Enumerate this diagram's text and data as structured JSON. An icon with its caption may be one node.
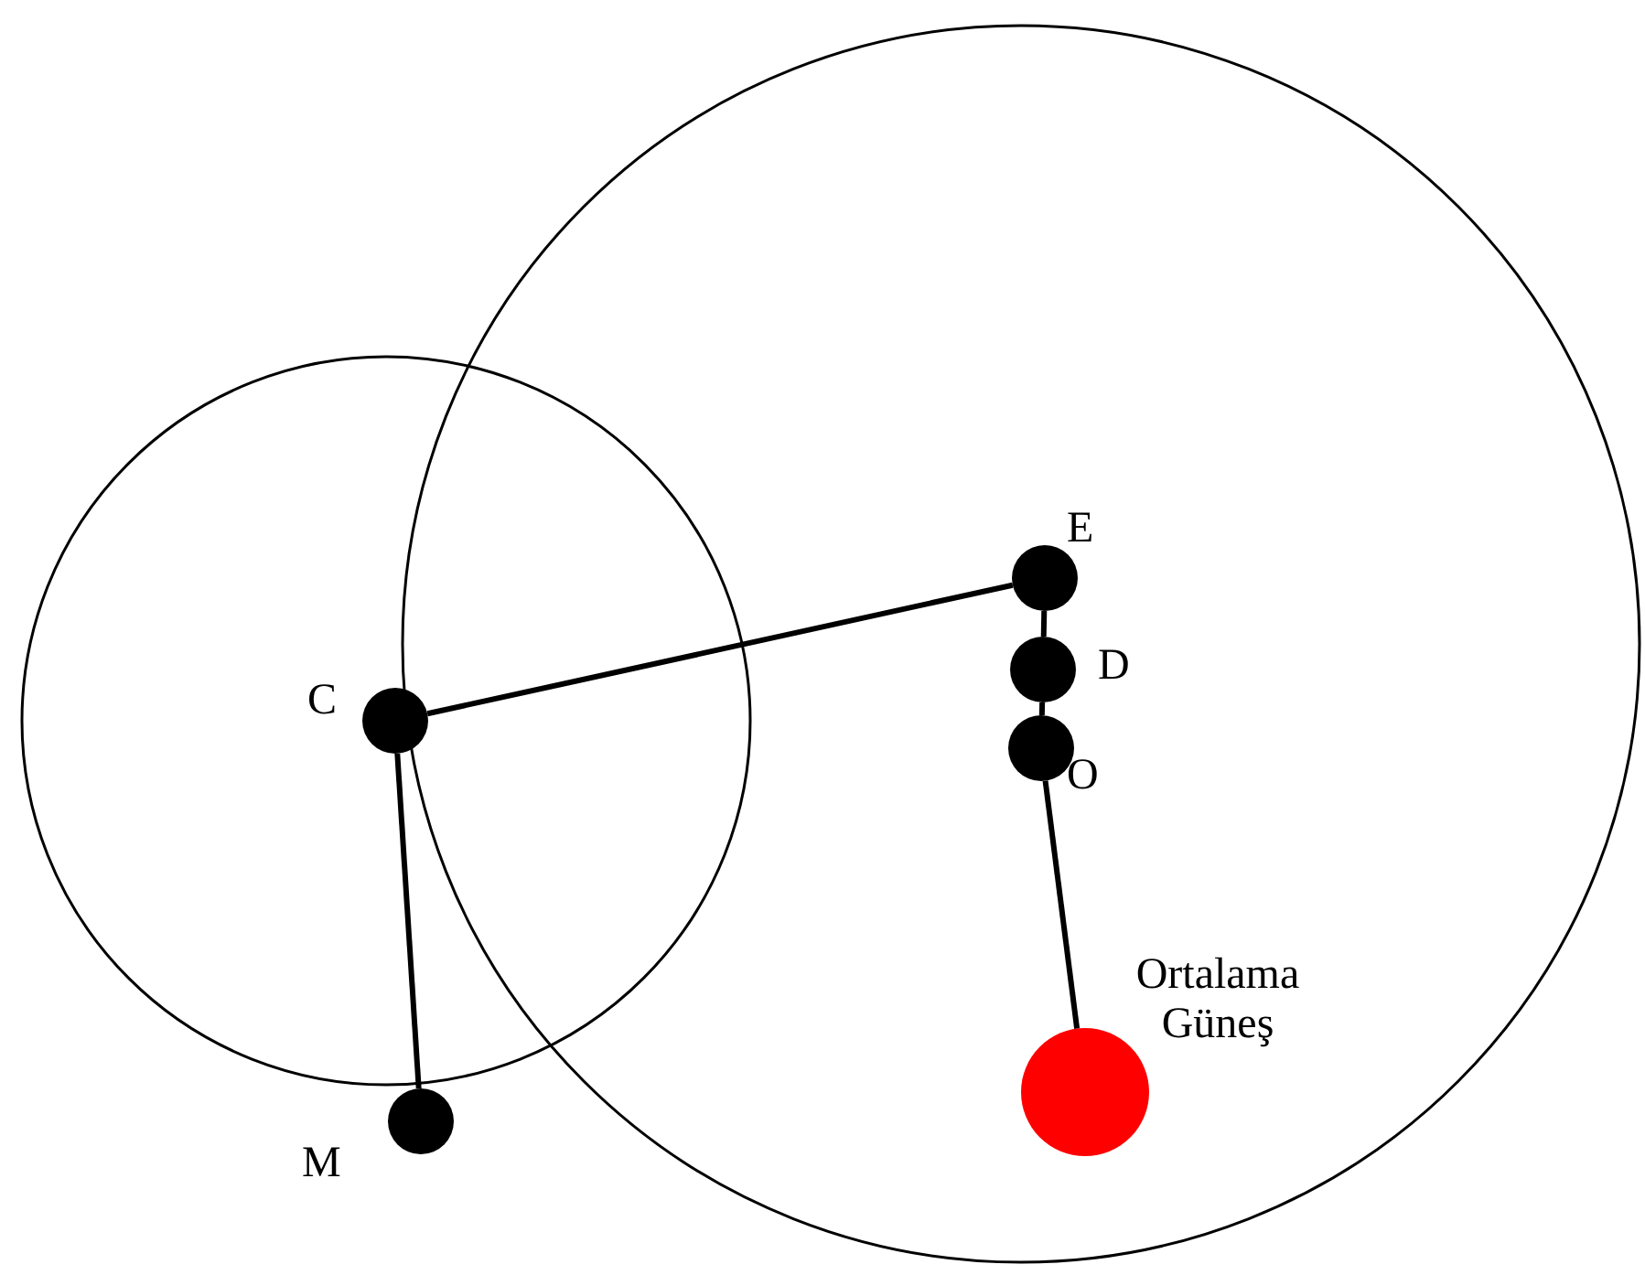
{
  "diagram": {
    "nodes": [
      {
        "text": [],
        "shape": "circle",
        "beside": [
          "E"
        ]
      },
      {
        "text": [],
        "shape": "circle",
        "beside": [
          "D"
        ]
      },
      {
        "text": [],
        "shape": "circle",
        "beside": [
          "C"
        ]
      },
      {
        "text": [],
        "shape": "circle",
        "beside": [
          "O"
        ]
      },
      {
        "text": [],
        "shape": "circle",
        "beside": [
          "Ortalama Güneş"
        ]
      },
      {
        "text": [],
        "shape": "circle",
        "beside": [
          "M"
        ]
      }
    ],
    "edges": [
      {
        "from": 2,
        "to": 0,
        "arrow": "none"
      },
      {
        "from": 0,
        "to": 1,
        "arrow": "none"
      },
      {
        "from": 1,
        "to": 3,
        "arrow": "none"
      },
      {
        "from": 3,
        "to": 4,
        "arrow": "none"
      },
      {
        "from": 2,
        "to": 5,
        "arrow": "none"
      }
    ]
  }
}
